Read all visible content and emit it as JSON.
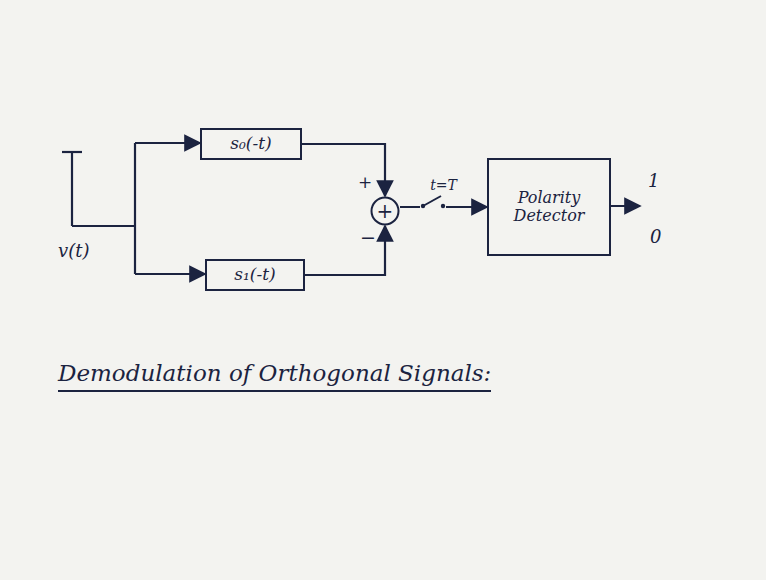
{
  "diagram": {
    "title": "Demodulation of Orthogonal Signals:",
    "nodes": [
      {
        "text": [
          "s₀(-t)"
        ]
      },
      {
        "text": [
          "s₁(-t)"
        ]
      },
      {
        "text": [
          "+"
        ]
      },
      {
        "text": [
          "Polarity Detector"
        ]
      }
    ],
    "edges": [
      {
        "from": 0,
        "to": 2,
        "arrow": "to"
      },
      {
        "from": 1,
        "to": 2,
        "arrow": "to"
      },
      {
        "from": 2,
        "to": 3,
        "label": "t=T",
        "arrow": "to"
      }
    ],
    "labels": [
      "v(t)",
      "+",
      "−",
      "1",
      "0"
    ]
  }
}
